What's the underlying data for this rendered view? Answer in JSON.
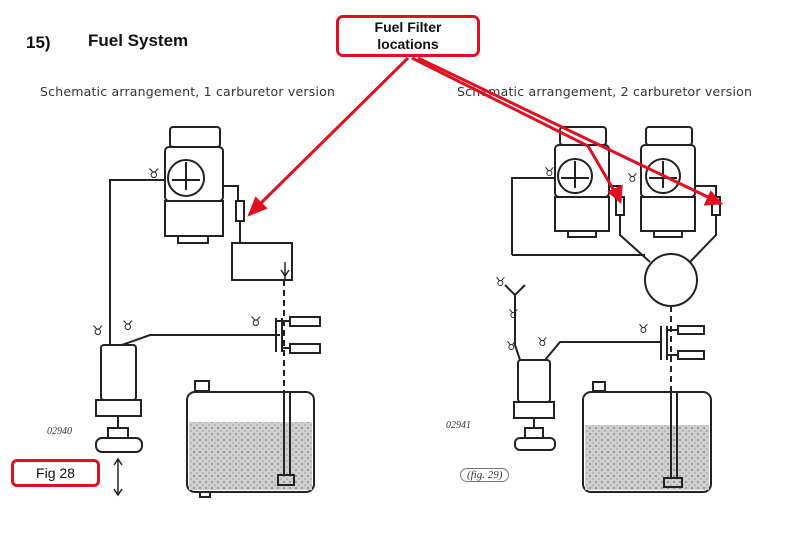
{
  "header": {
    "number": "15)",
    "title": "Fuel System"
  },
  "captions": {
    "left": "Schematic arrangement, 1 carburetor version",
    "right": "Schematic arrangement, 2 carburetor version"
  },
  "figure_numbers": {
    "left": "02940",
    "right": "02941",
    "right_fig": "(fig. 29)"
  },
  "callout": {
    "line1": "Fuel Filter",
    "line2": "locations"
  },
  "fig_label": "Fig 28",
  "colors": {
    "accent": "#e01020",
    "ink": "#222222"
  }
}
